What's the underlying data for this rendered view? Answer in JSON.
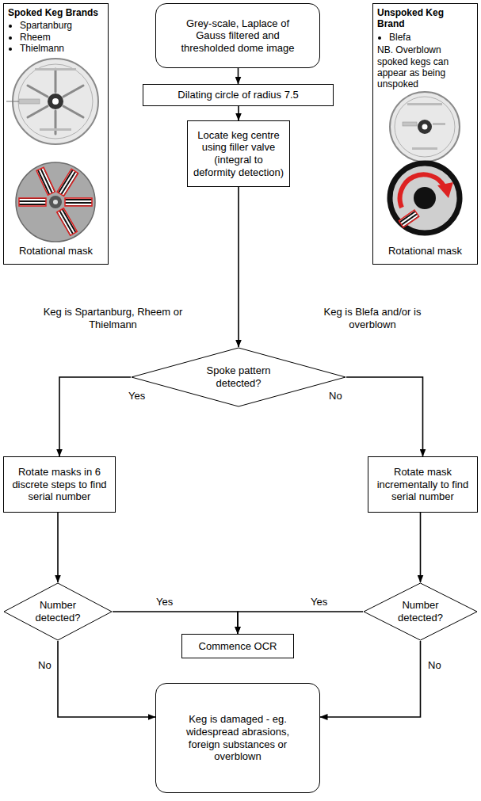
{
  "diagram": {
    "nodes": [
      {
        "text": [
          "Spoked Keg Brands",
          "Spartanburg",
          "Rheem",
          "Thielmann",
          "Rotational mask"
        ]
      },
      {
        "text": [
          "Grey-scale, Laplace of Gauss filtered and thresholded dome image"
        ]
      },
      {
        "text": [
          "Unspoked Keg Brand",
          "Blefa",
          "NB. Overblown spoked kegs can appear as being unspoked",
          "Rotational mask"
        ]
      },
      {
        "text": [
          "Dilating circle of radius 7.5"
        ]
      },
      {
        "text": [
          "Locate keg centre using filler valve (integral to deformity detection)"
        ]
      },
      {
        "text": [
          "Spoke pattern detected?"
        ]
      },
      {
        "text": [
          "Rotate masks in 6 discrete steps to find serial number"
        ]
      },
      {
        "text": [
          "Rotate mask incrementally to find serial number"
        ]
      },
      {
        "text": [
          "Number detected?"
        ]
      },
      {
        "text": [
          "Number detected?"
        ]
      },
      {
        "text": [
          "Commence OCR"
        ]
      },
      {
        "text": [
          "Keg is damaged - eg. widespread abrasions, foreign substances or overblown"
        ]
      }
    ],
    "edges": [
      {
        "from": 1,
        "to": 3,
        "arrow": "to"
      },
      {
        "from": 3,
        "to": 4,
        "arrow": "to"
      },
      {
        "from": 4,
        "to": 5,
        "arrow": "to"
      },
      {
        "from": 5,
        "to": 6,
        "label": "Yes",
        "arrow": "to"
      },
      {
        "from": 5,
        "to": 7,
        "label": "No",
        "arrow": "to"
      },
      {
        "from": 6,
        "to": 8,
        "arrow": "to"
      },
      {
        "from": 7,
        "to": 9,
        "arrow": "to"
      },
      {
        "from": 8,
        "to": 10,
        "label": "Yes",
        "arrow": "to"
      },
      {
        "from": 9,
        "to": 10,
        "label": "Yes",
        "arrow": "to"
      },
      {
        "from": 8,
        "to": 11,
        "label": "No",
        "arrow": "to"
      },
      {
        "from": 9,
        "to": 11,
        "label": "No",
        "arrow": "to"
      }
    ],
    "labels": [
      "Keg is Spartanburg, Rheem or Thielmann",
      "Keg is Blefa and/or is overblown"
    ]
  }
}
